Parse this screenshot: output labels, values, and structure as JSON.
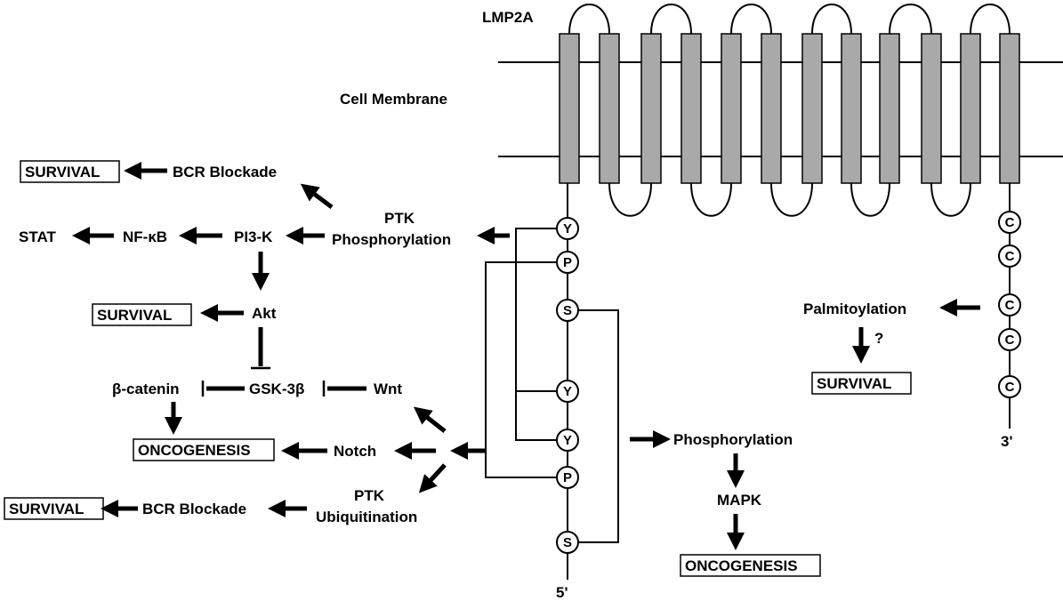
{
  "protein": "LMP2A",
  "membrane_label": "Cell Membrane",
  "n_terminus_residues": [
    "Y",
    "P",
    "S",
    "Y",
    "Y",
    "P",
    "S"
  ],
  "c_terminus_residues": [
    "C",
    "C",
    "C",
    "C",
    "C"
  ],
  "terminus_5": "5'",
  "terminus_3": "3'",
  "labels": {
    "ptk_phos_line1": "PTK",
    "ptk_phos_line2": "Phosphorylation",
    "bcr_blockade_top": "BCR Blockade",
    "pi3k": "PI3-K",
    "nfkb": "NF-κB",
    "stat": "STAT",
    "akt": "Akt",
    "gsk3b": "GSK-3β",
    "bcatenin": "β-catenin",
    "wnt": "Wnt",
    "notch": "Notch",
    "ptk_ubi_line1": "PTK",
    "ptk_ubi_line2": "Ubiquitination",
    "bcr_blockade_bottom": "BCR Blockade",
    "phosphorylation_right": "Phosphorylation",
    "mapk": "MAPK",
    "palmitoylation": "Palmitoylation",
    "question": "?"
  },
  "outcomes": {
    "survival_top": "SURVIVAL",
    "survival_akt": "SURVIVAL",
    "oncogenesis_left": "ONCOGENESIS",
    "survival_bottom": "SURVIVAL",
    "oncogenesis_mapk": "ONCOGENESIS",
    "survival_palm": "SURVIVAL"
  }
}
